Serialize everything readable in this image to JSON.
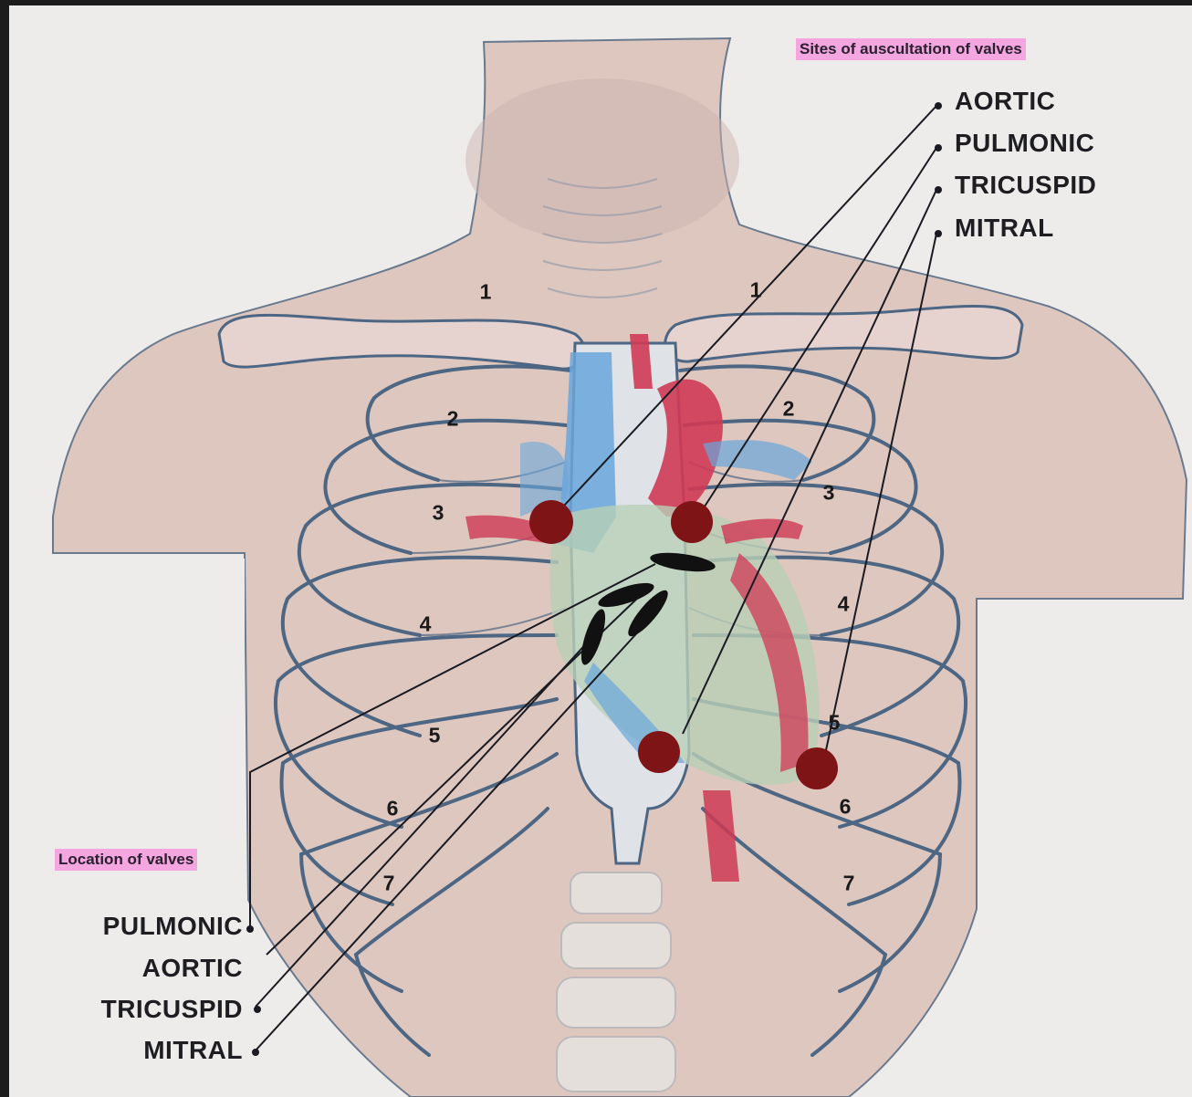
{
  "titles": {
    "sites": "Sites of auscultation of valves",
    "location": "Location of valves"
  },
  "sites_labels": [
    "AORTIC",
    "PULMONIC",
    "TRICUSPID",
    "MITRAL"
  ],
  "location_labels": [
    "PULMONIC",
    "AORTIC",
    "TRICUSPID",
    "MITRAL"
  ],
  "rib_numbers": {
    "right_side": [
      "1",
      "2",
      "3",
      "4",
      "5",
      "6",
      "7"
    ],
    "left_side": [
      "1",
      "2",
      "3",
      "4",
      "5",
      "6",
      "7"
    ]
  },
  "colors": {
    "highlight": "#f3a6df",
    "auscultation_dot": "#7e1416",
    "valve_marker": "#111111",
    "vein": "#5f9ed6",
    "artery": "#cf3a55",
    "bone_outline": "#4d6683",
    "skin": "#d6b9ae"
  }
}
